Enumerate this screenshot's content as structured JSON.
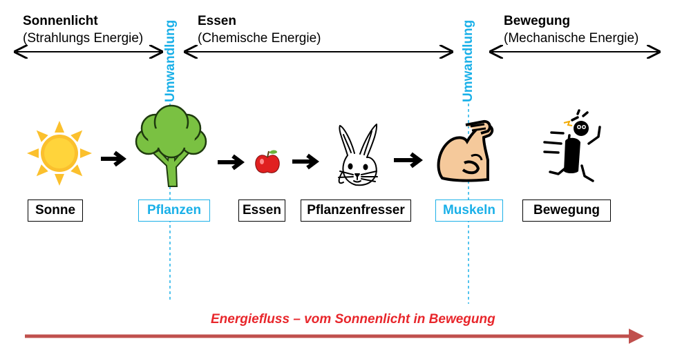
{
  "colors": {
    "accent_blue": "#1ab0e8",
    "flow_red": "#e8262b",
    "flow_arrow": "#c0504d"
  },
  "headers": [
    {
      "title": "Sonnenlicht",
      "subtitle": "(Strahlungs Energie)"
    },
    {
      "title": "Essen",
      "subtitle": "(Chemische Energie)"
    },
    {
      "title": "Bewegung",
      "subtitle": "(Mechanische Energie)"
    }
  ],
  "transformations": [
    "Umwandlung",
    "Umwandlung"
  ],
  "stages": [
    {
      "label": "Sonne",
      "icon": "sun-icon"
    },
    {
      "label": "Pflanzen",
      "icon": "tree-icon"
    },
    {
      "label": "Essen",
      "icon": "apple-icon"
    },
    {
      "label": "Pflanzenfresser",
      "icon": "rabbit-icon"
    },
    {
      "label": "Muskeln",
      "icon": "flexed-arm-icon"
    },
    {
      "label": "Bewegung",
      "icon": "running-figure-icon"
    }
  ],
  "flow_label": "Energiefluss – vom Sonnenlicht in Bewegung"
}
